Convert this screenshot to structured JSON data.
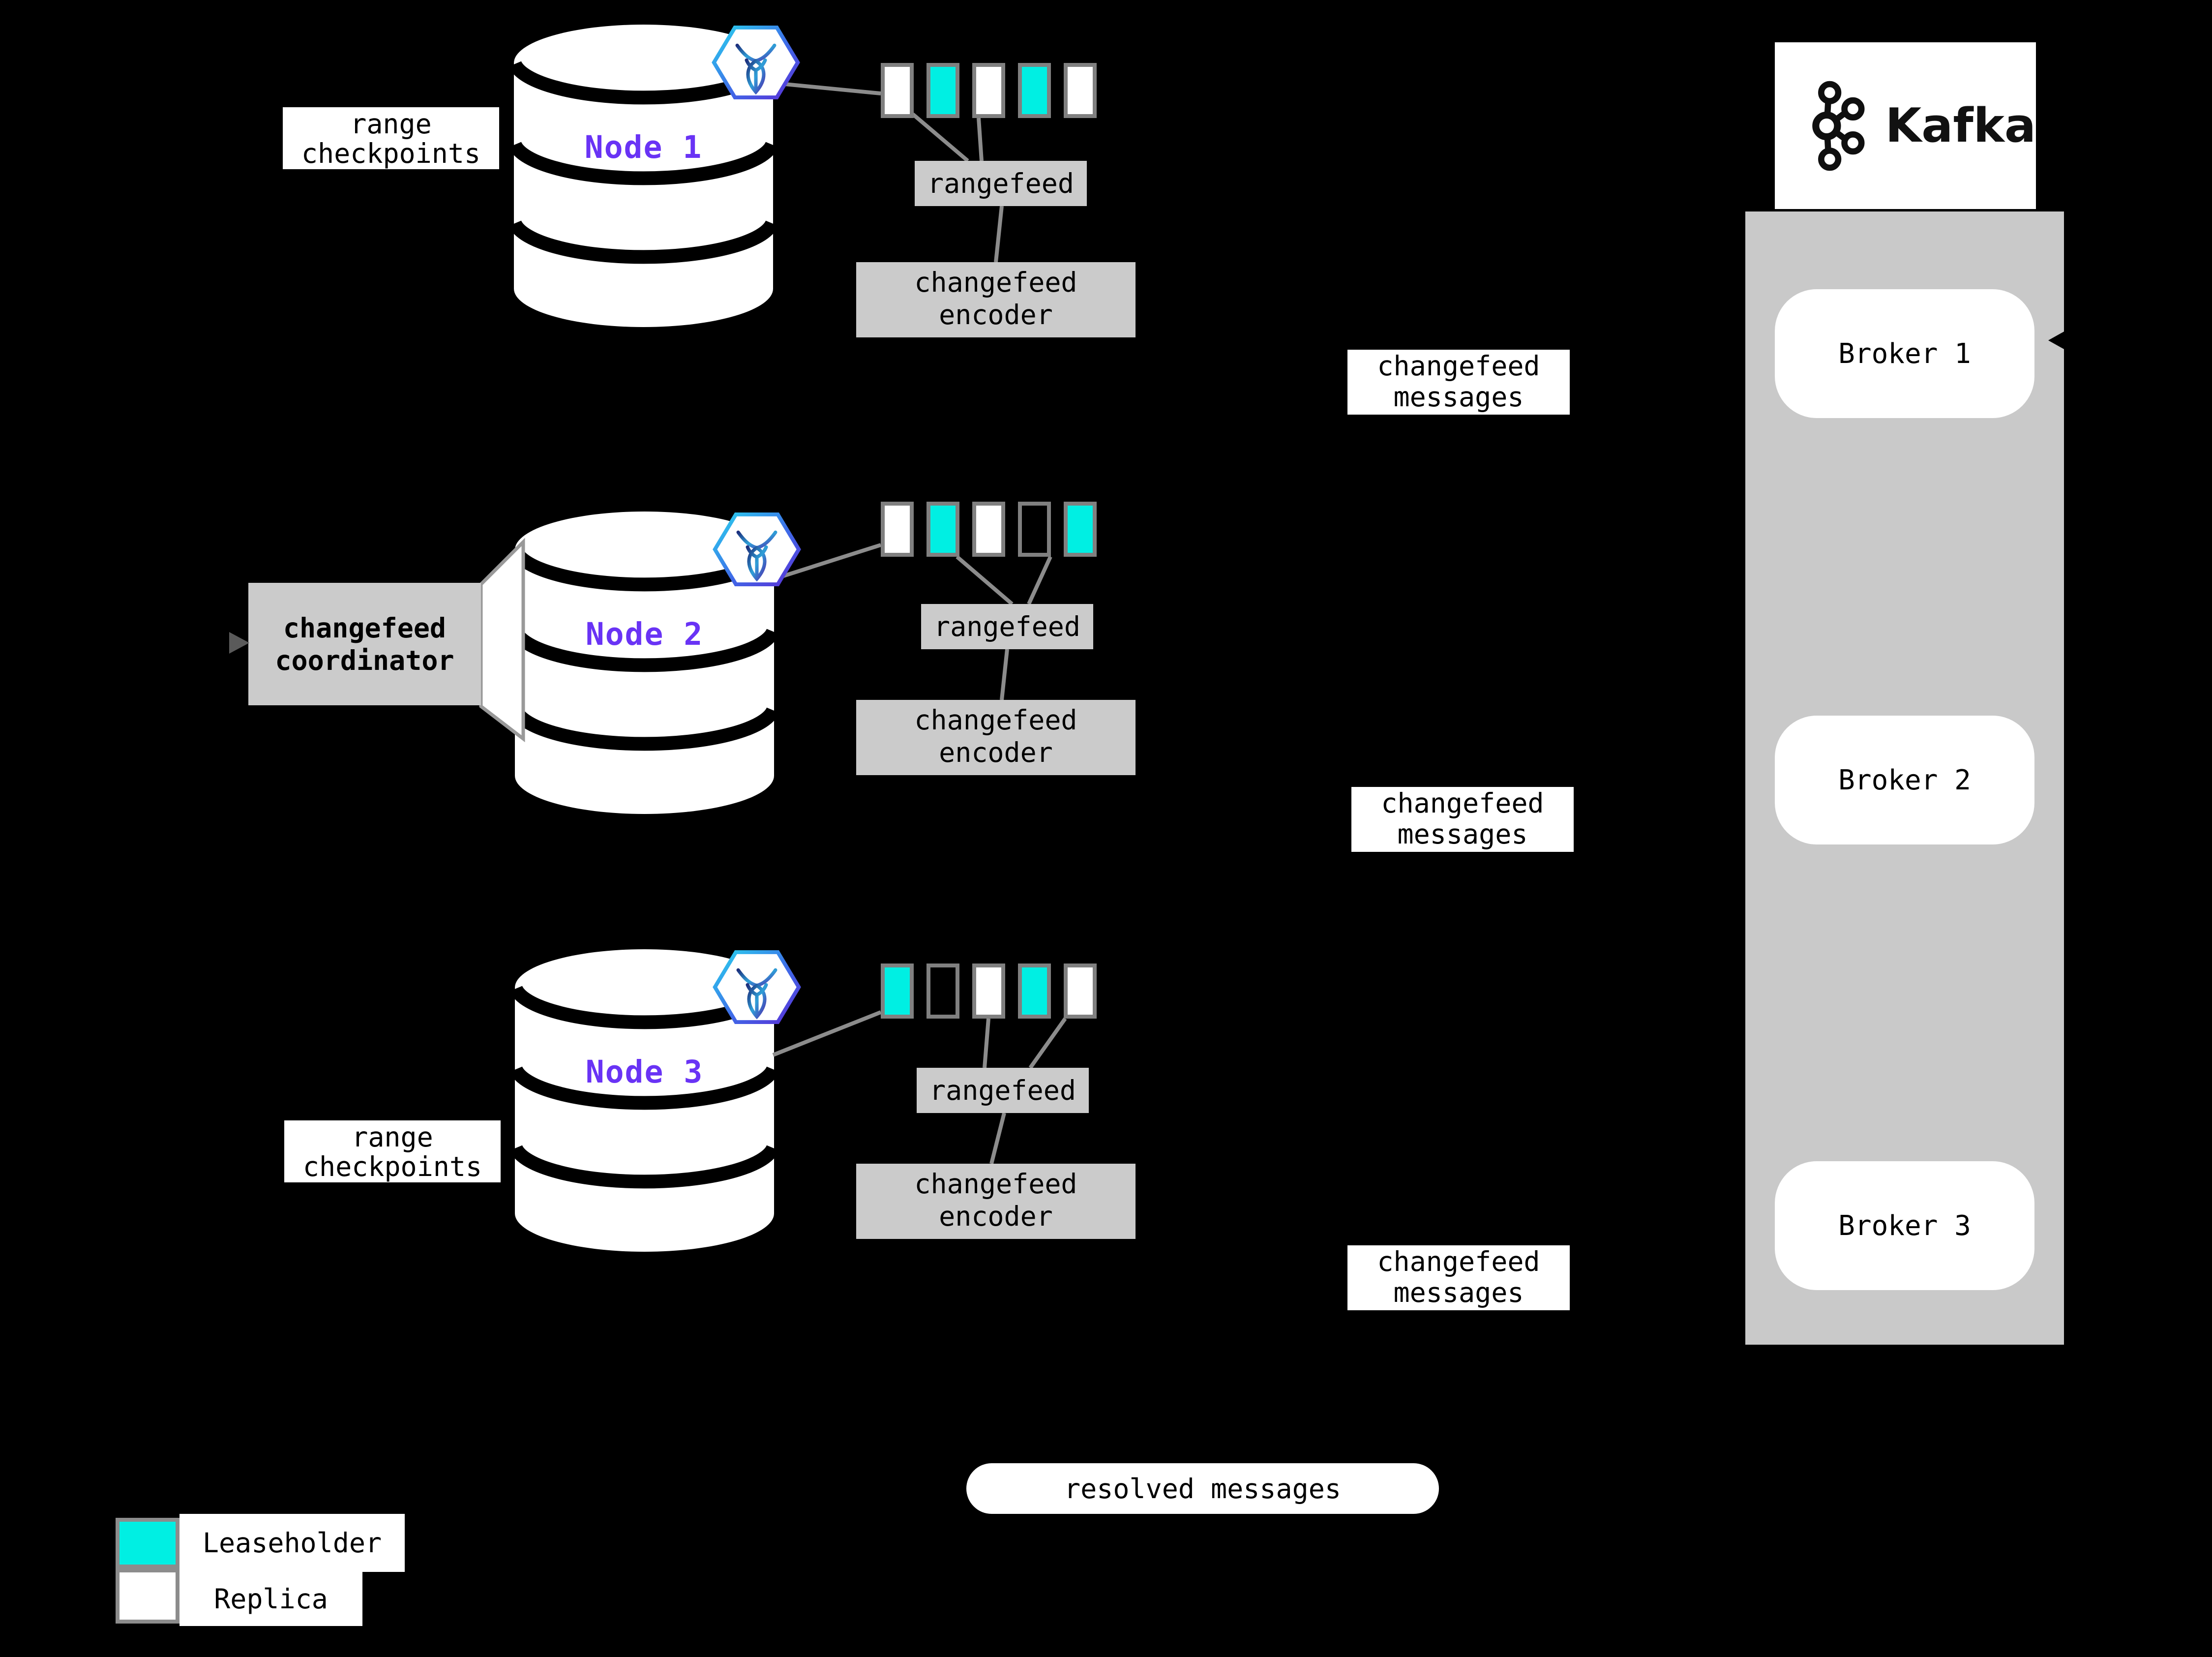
{
  "colors": {
    "background": "#000000",
    "leaseholder": "#00EFE3",
    "replica": "#FFFFFF",
    "panel_gray": "#C9C9C9",
    "box_gray": "#CBCBCB",
    "line_gray": "#8C8C8C",
    "border_gray": "#808080",
    "node_label_purple": "#6933F5"
  },
  "nodes": [
    {
      "name": "Node 1",
      "side_label": "range checkpoints",
      "rangefeed_label": "rangefeed",
      "encoder_label": "changefeed encoder",
      "messages_label": "changefeed messages",
      "ranges": [
        "replica",
        "leaseholder",
        "replica",
        "leaseholder",
        "replica"
      ]
    },
    {
      "name": "Node 2",
      "coordinator_label": "changefeed coordinator",
      "rangefeed_label": "rangefeed",
      "encoder_label": "changefeed encoder",
      "messages_label": "changefeed messages",
      "ranges": [
        "replica",
        "leaseholder",
        "replica",
        "empty",
        "leaseholder"
      ]
    },
    {
      "name": "Node 3",
      "side_label": "range checkpoints",
      "rangefeed_label": "rangefeed",
      "encoder_label": "changefeed encoder",
      "messages_label": "changefeed messages",
      "ranges": [
        "leaseholder",
        "empty",
        "replica",
        "leaseholder",
        "replica"
      ]
    }
  ],
  "kafka": {
    "logo_text": "Kafka",
    "brokers": [
      {
        "label": "Broker 1"
      },
      {
        "label": "Broker 2"
      },
      {
        "label": "Broker 3"
      }
    ]
  },
  "resolved_messages_label": "resolved messages",
  "legend": {
    "items": [
      {
        "label": "Leaseholder",
        "type": "leaseholder"
      },
      {
        "label": "Replica",
        "type": "replica"
      }
    ]
  }
}
